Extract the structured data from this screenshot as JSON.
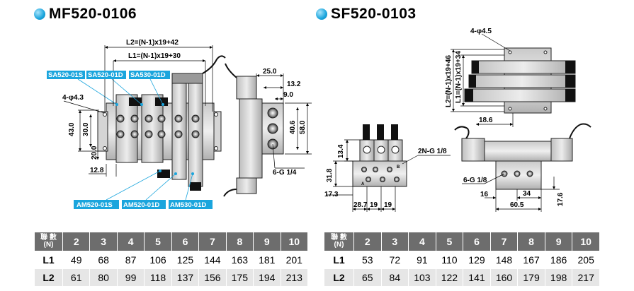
{
  "titles": {
    "left": "MF520-0106",
    "right": "SF520-0103"
  },
  "colors": {
    "accent": "#1aa5dd",
    "tag_bg": "#1aa5dd",
    "table_header": "#6d6d6d",
    "table_alt_row": "#e6e6e6"
  },
  "mf": {
    "dim_l2": "L2=(N-1)x19+42",
    "dim_l1": "L1=(N-1)x19+30",
    "hole": "4-φ4.3",
    "dim_43": "43.0",
    "dim_30": "30.0",
    "dim_20": "20.0",
    "dim_128": "12.8",
    "tags_top": [
      "SA520-01S",
      "SA520-01D",
      "SA530-01D"
    ],
    "tags_bottom": [
      "AM520-01S",
      "AM520-01D",
      "AM530-01D"
    ],
    "side_25": "25.0",
    "side_132": "13.2",
    "side_9": "9.0",
    "side_406": "40.6",
    "side_58": "58.0",
    "port": "6-G 1/4"
  },
  "sf": {
    "hole": "4-φ4.5",
    "l2": "L2=(N-1)x19+46",
    "l1": "L1=(N-1)x19+34",
    "dim_186": "18.6",
    "dim_134": "13.4",
    "dim_318": "31.8",
    "dim_173": "17.3",
    "dim_287": "28.7",
    "dim_19a": "19",
    "dim_19b": "19",
    "port_2n": "2N-G 1/8",
    "port_6": "6-G 1/8",
    "dim_16": "16",
    "dim_34": "34",
    "dim_605": "60.5",
    "dim_176": "17.6",
    "port_a": "A",
    "port_b": "B"
  },
  "table_left": {
    "header_label": "聯 數",
    "header_sub": "(N)",
    "columns": [
      "2",
      "3",
      "4",
      "5",
      "6",
      "7",
      "8",
      "9",
      "10"
    ],
    "rows": [
      {
        "label": "L1",
        "values": [
          "49",
          "68",
          "87",
          "106",
          "125",
          "144",
          "163",
          "181",
          "201"
        ]
      },
      {
        "label": "L2",
        "values": [
          "61",
          "80",
          "99",
          "118",
          "137",
          "156",
          "175",
          "194",
          "213"
        ]
      }
    ]
  },
  "table_right": {
    "header_label": "聯 數",
    "header_sub": "(N)",
    "columns": [
      "2",
      "3",
      "4",
      "5",
      "6",
      "7",
      "8",
      "9",
      "10"
    ],
    "rows": [
      {
        "label": "L1",
        "values": [
          "53",
          "72",
          "91",
          "110",
          "129",
          "148",
          "167",
          "186",
          "205"
        ]
      },
      {
        "label": "L2",
        "values": [
          "65",
          "84",
          "103",
          "122",
          "141",
          "160",
          "179",
          "198",
          "217"
        ]
      }
    ]
  }
}
